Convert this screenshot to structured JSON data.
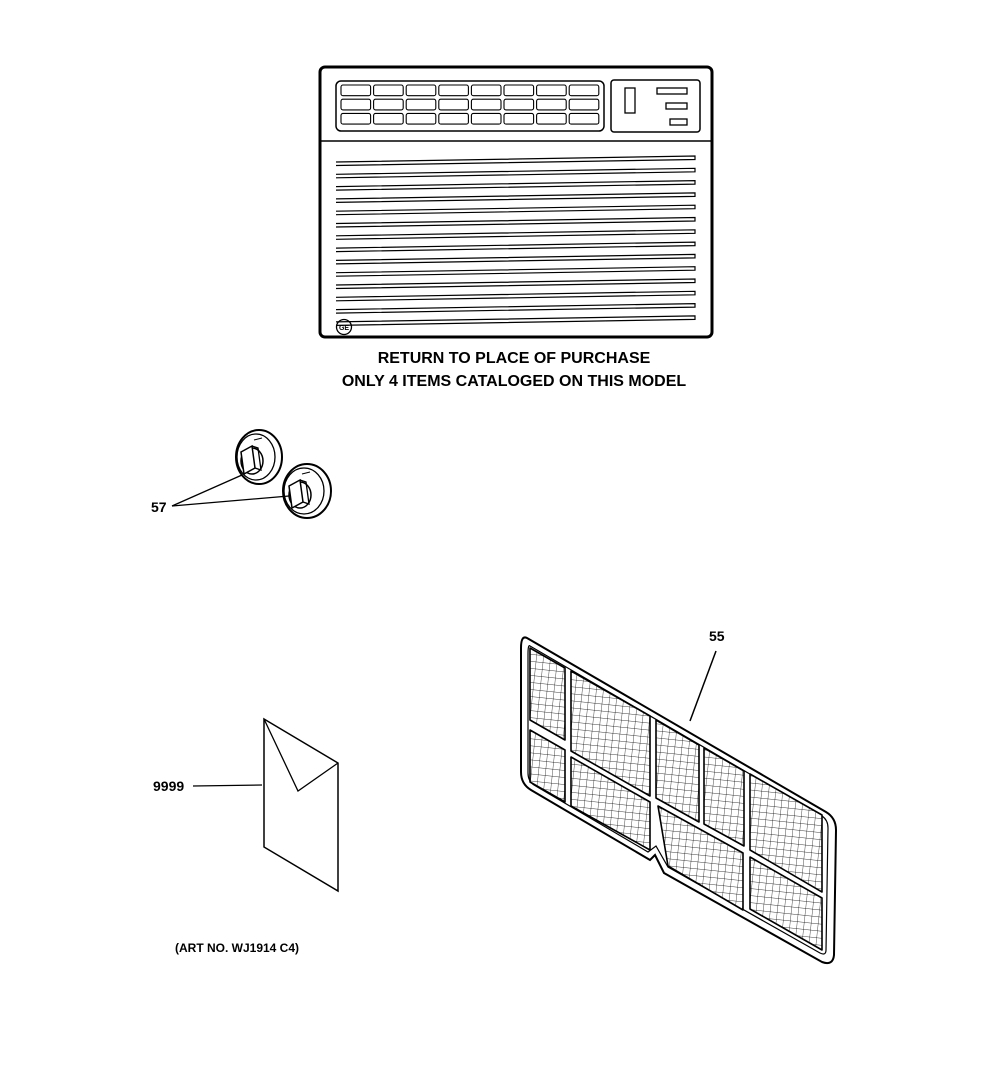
{
  "diagram": {
    "heading_line1": "RETURN TO PLACE OF PURCHASE",
    "heading_line2": "ONLY 4 ITEMS CATALOGED ON THIS MODEL",
    "art_number": "(ART NO. WJ1914 C4)",
    "logo_text": "GE",
    "callouts": {
      "knobs": "57",
      "filter": "55",
      "manual": "9999"
    }
  }
}
